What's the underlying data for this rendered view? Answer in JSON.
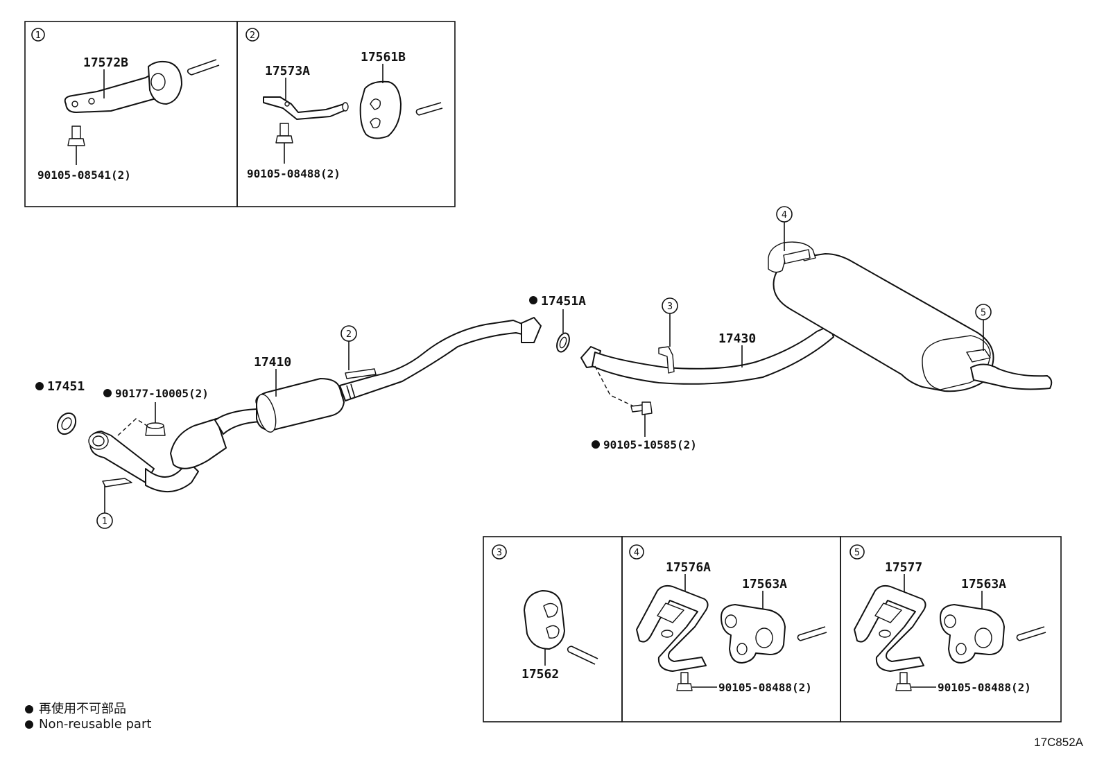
{
  "callouts": [
    "1",
    "2",
    "3",
    "4",
    "5"
  ],
  "parts": {
    "p17572B": "17572B",
    "p90105_08541": "90105-08541(2)",
    "p17573A": "17573A",
    "p17561B": "17561B",
    "p90105_08488_a": "90105-08488(2)",
    "p17451A": "17451A",
    "p17430": "17430",
    "p17410": "17410",
    "p17451": "17451",
    "p90177_10005": "90177-10005(2)",
    "p90105_10585": "90105-10585(2)",
    "p17562": "17562",
    "p17576A": "17576A",
    "p17563A_a": "17563A",
    "p90105_08488_b": "90105-08488(2)",
    "p17577": "17577",
    "p17563A_b": "17563A",
    "p90105_08488_c": "90105-08488(2)"
  },
  "legend": {
    "jp": "再使用不可部品",
    "en": "Non-reusable part"
  },
  "diagram_code": "17C852A"
}
